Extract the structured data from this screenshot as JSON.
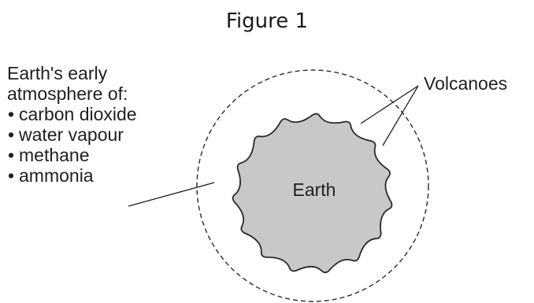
{
  "figure": {
    "title": "Figure 1"
  },
  "atmosphere_label": {
    "heading_line_1": "Earth's early",
    "heading_line_2": "atmosphere of:",
    "items": [
      "carbon dioxide",
      "water vapour",
      "methane",
      "ammonia"
    ]
  },
  "volcano_label": "Volcanoes",
  "earth_label": "Earth",
  "colors": {
    "earth_fill": "#c8c8c8",
    "outline": "#2a2a2a",
    "text": "#1f1f1f"
  }
}
